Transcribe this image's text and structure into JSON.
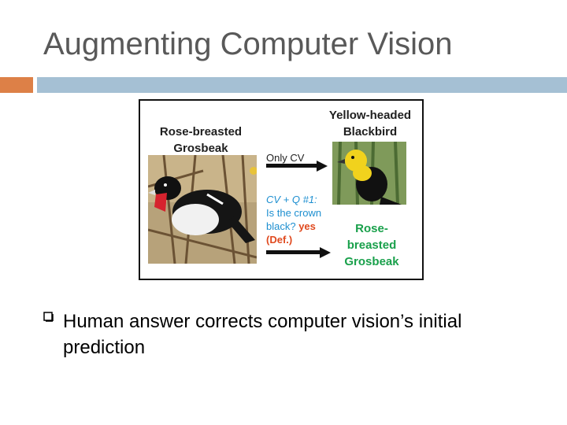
{
  "slide": {
    "title": "Augmenting Computer Vision",
    "accent_colors": {
      "orange": "#dd8047",
      "blue": "#a5c0d4"
    }
  },
  "figure": {
    "left_label": "Rose-breasted Grosbeak",
    "right_top_label": "Yellow-headed Blackbird",
    "only_cv_label": "Only CV",
    "cv_q_line1": "CV + Q #1:",
    "cv_q_line2": "Is the crown",
    "cv_q_line3_prefix": "black?",
    "cv_q_yes": "yes",
    "cv_q_def": "(Def.)",
    "right_bottom_label": "Rose-breasted Grosbeak",
    "colors": {
      "cv_q_text": "#1e8fd0",
      "answer": "#e04a1f",
      "correct_label": "#19a04b"
    }
  },
  "bullets": [
    {
      "icon": "hollow-square-bullet-icon",
      "text": "Human answer corrects computer vision’s initial prediction"
    }
  ]
}
